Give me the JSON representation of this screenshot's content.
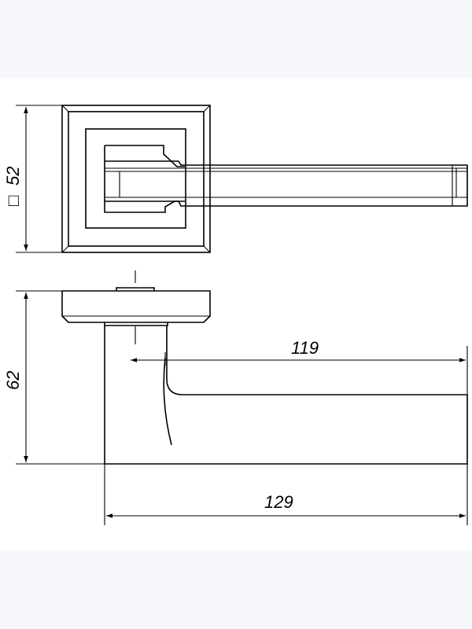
{
  "dimensions": {
    "square_symbol": "□",
    "rosette_size": "52",
    "height": "62",
    "lever_length": "119",
    "overall_length": "129"
  },
  "colors": {
    "background": "#f6f8fc",
    "paper": "#ffffff",
    "ink": "#000000"
  }
}
